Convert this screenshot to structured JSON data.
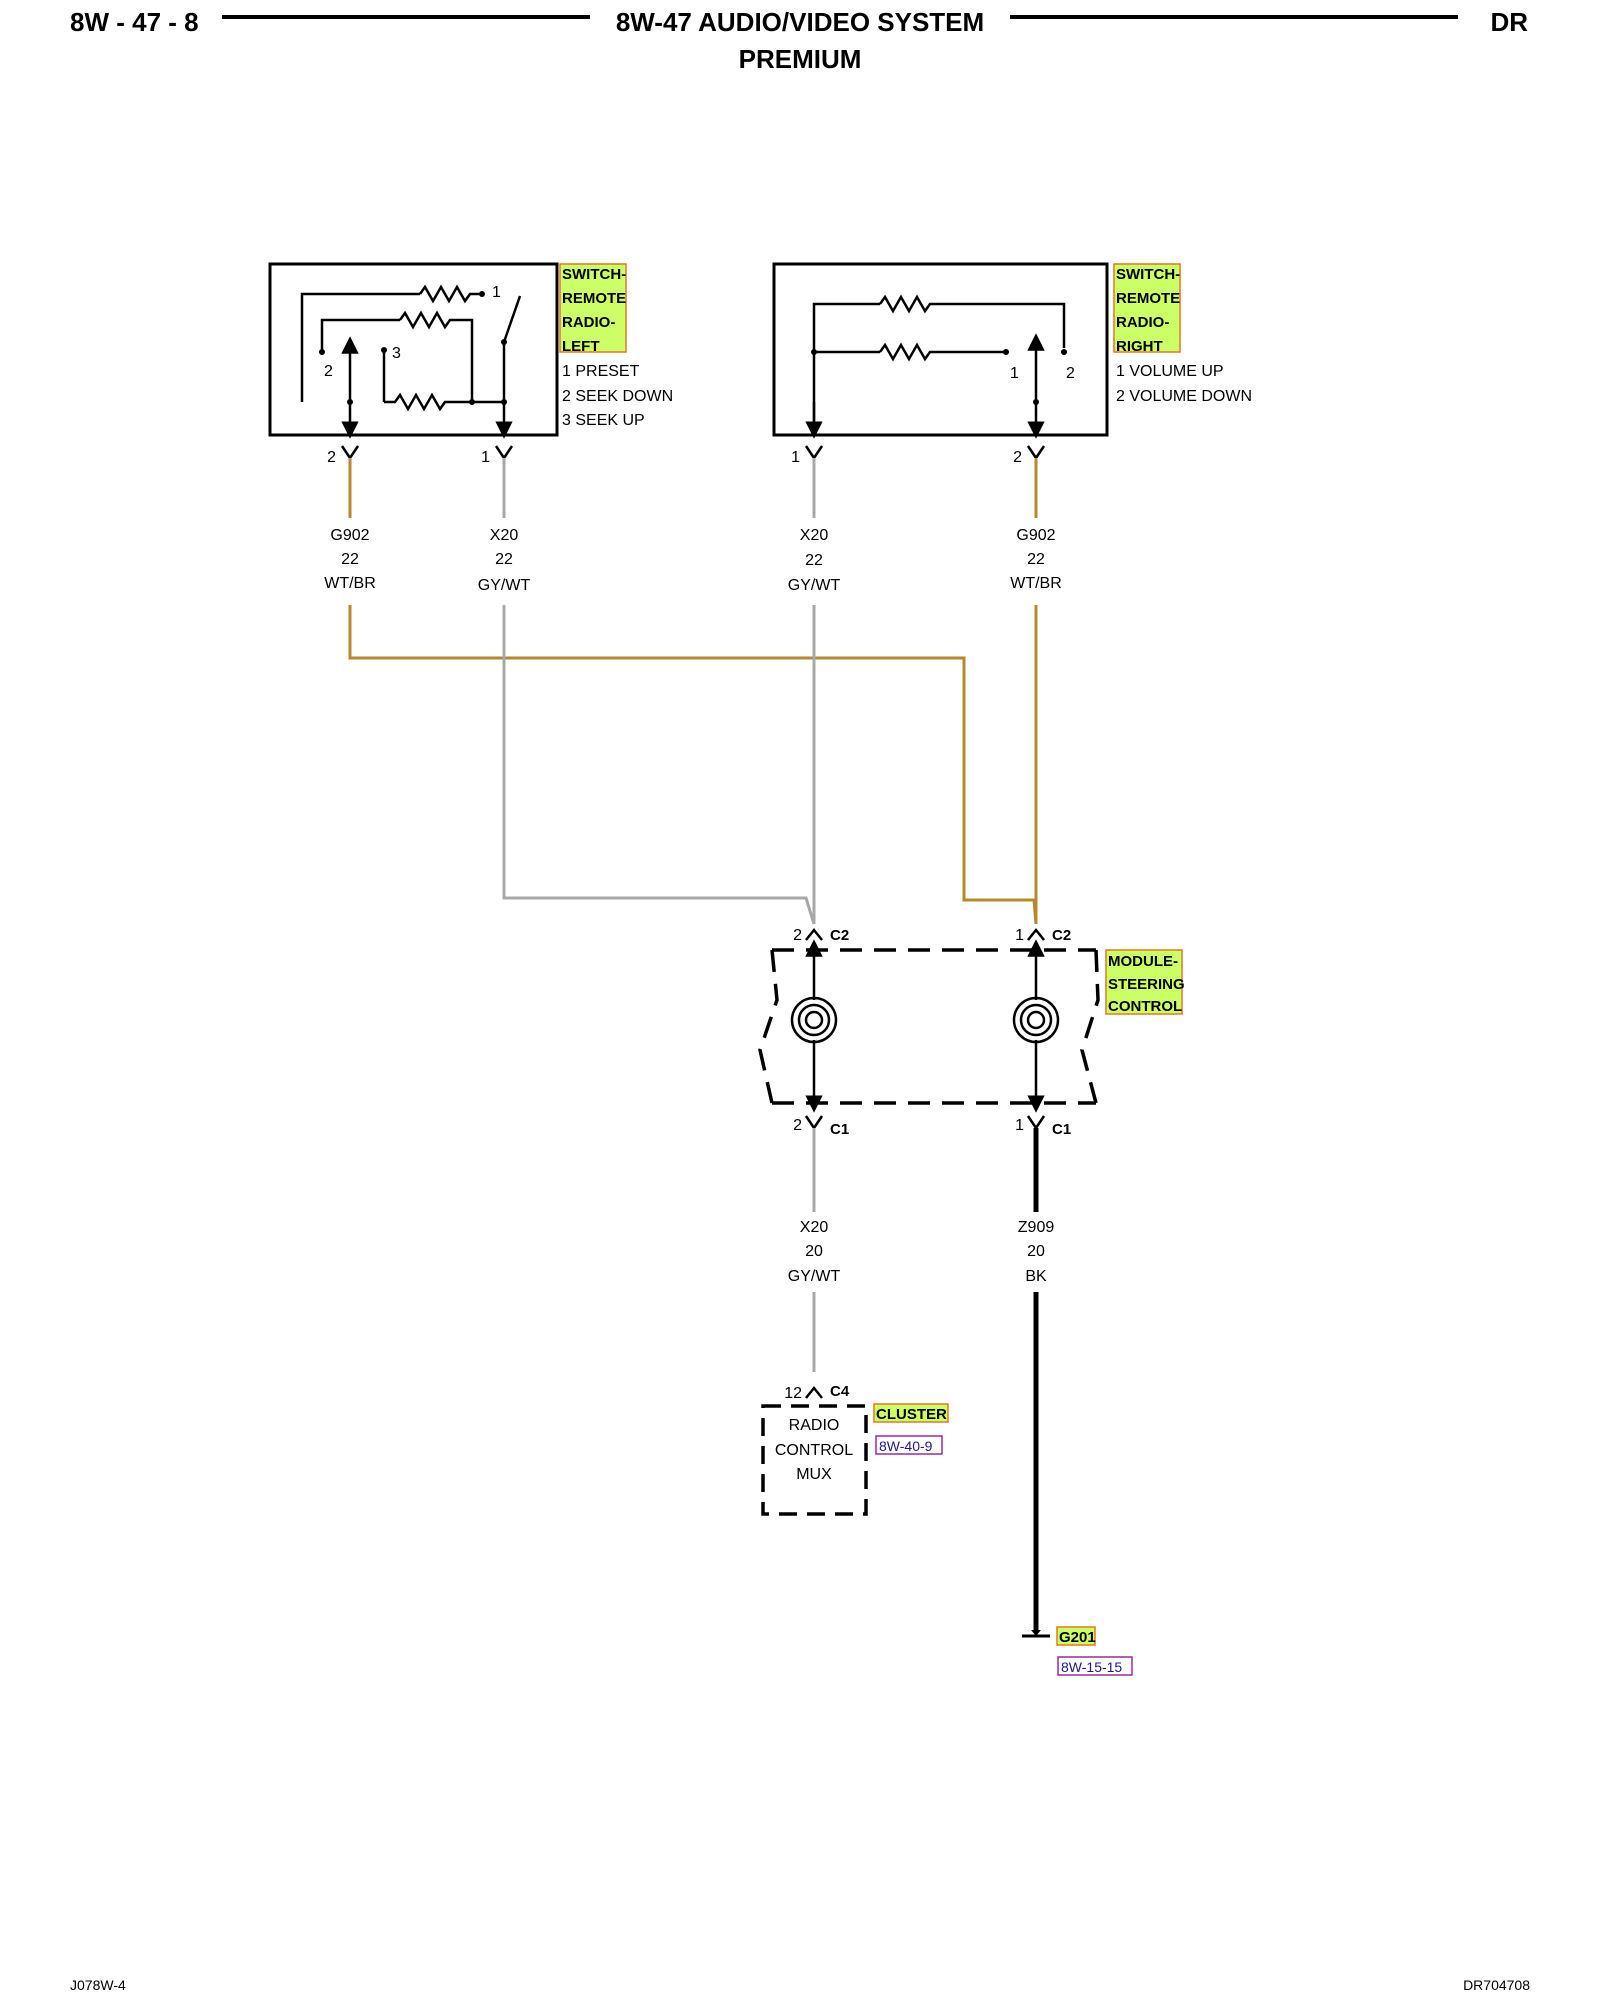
{
  "header": {
    "page_number": "8W - 47 - 8",
    "title": "8W-47 AUDIO/VIDEO SYSTEM",
    "subtitle": "PREMIUM",
    "model": "DR"
  },
  "switch_left": {
    "name_lines": [
      "SWITCH-",
      "REMOTE",
      "RADIO-",
      "LEFT"
    ],
    "legend": [
      "1 PRESET",
      "2 SEEK DOWN",
      "3 SEEK UP"
    ],
    "internal_pins": [
      "1",
      "2",
      "3"
    ],
    "connector_pins": [
      "2",
      "1"
    ]
  },
  "switch_right": {
    "name_lines": [
      "SWITCH-",
      "REMOTE",
      "RADIO-",
      "RIGHT"
    ],
    "legend": [
      "1 VOLUME UP",
      "2 VOLUME DOWN"
    ],
    "internal_pins": [
      "1",
      "2"
    ],
    "connector_pins": [
      "1",
      "2"
    ]
  },
  "wires": {
    "left_g902": {
      "circuit": "G902",
      "gauge": "22",
      "color": "WT/BR"
    },
    "left_x20": {
      "circuit": "X20",
      "gauge": "22",
      "color": "GY/WT"
    },
    "right_x20": {
      "circuit": "X20",
      "gauge": "22",
      "color": "GY/WT"
    },
    "right_g902": {
      "circuit": "G902",
      "gauge": "22",
      "color": "WT/BR"
    },
    "lower_x20": {
      "circuit": "X20",
      "gauge": "20",
      "color": "GY/WT"
    },
    "lower_z909": {
      "circuit": "Z909",
      "gauge": "20",
      "color": "BK"
    }
  },
  "module": {
    "name_lines": [
      "MODULE-",
      "STEERING",
      "CONTROL"
    ],
    "c2_left_pin": "2",
    "c2_right_pin": "1",
    "c2_label": "C2",
    "c1_left_pin": "2",
    "c1_right_pin": "1",
    "c1_label": "C1"
  },
  "cluster": {
    "pin": "12",
    "connector": "C4",
    "name": "CLUSTER",
    "ref": "8W-40-9",
    "inner_lines": [
      "RADIO",
      "CONTROL",
      "MUX"
    ]
  },
  "ground": {
    "name": "G201",
    "ref": "8W-15-15"
  },
  "footer": {
    "left": "J078W-4",
    "right": "DR704708"
  },
  "colors": {
    "wire_gray": "#a8a8a8",
    "wire_brown": "#b58a2e",
    "wire_black": "#000000",
    "highlight": "#ccff66"
  }
}
